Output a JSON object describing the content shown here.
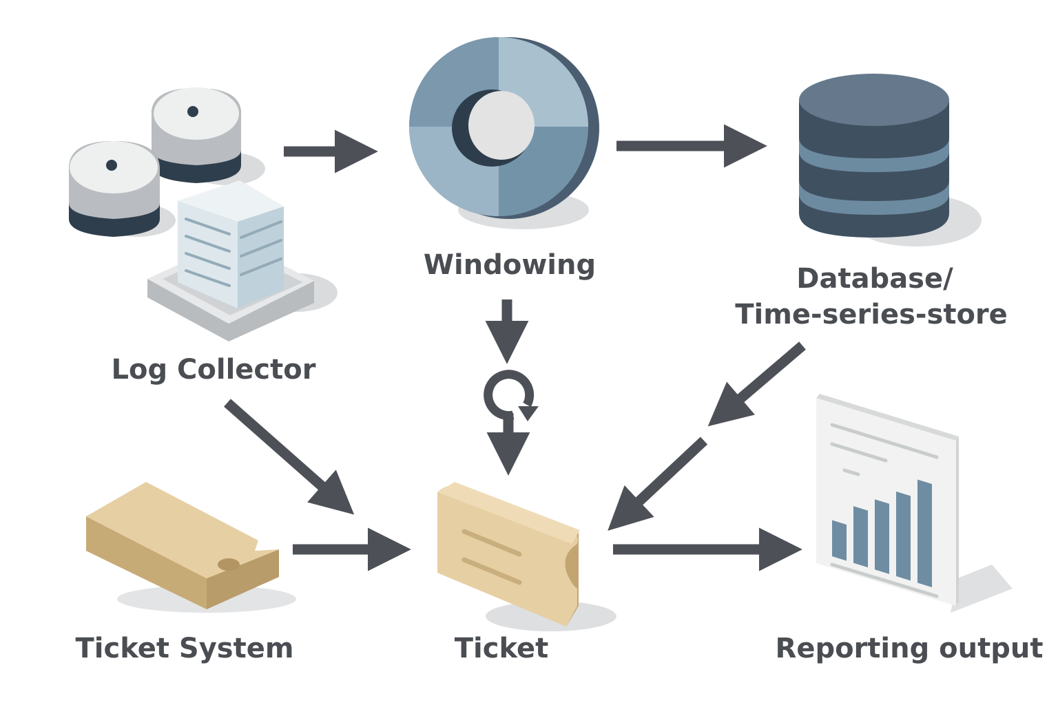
{
  "nodes": {
    "log_collector": {
      "label": "Log Collector",
      "icon": "log-collector-icon"
    },
    "windowing": {
      "label": "Windowing",
      "icon": "windowing-ring-icon"
    },
    "database": {
      "label_line1": "Database/",
      "label_line2": "Time-series-store",
      "icon": "database-cylinder-icon"
    },
    "ticket_system": {
      "label": "Ticket System",
      "icon": "ticket-system-block-icon"
    },
    "ticket": {
      "label": "Ticket",
      "icon": "ticket-icon"
    },
    "reporting": {
      "label": "Reporting output",
      "icon": "bar-chart-report-icon"
    }
  },
  "edges": [
    {
      "from": "log_collector",
      "to": "windowing"
    },
    {
      "from": "windowing",
      "to": "database"
    },
    {
      "from": "windowing",
      "to": "ticket"
    },
    {
      "from": "log_collector",
      "to": "ticket"
    },
    {
      "from": "ticket_system",
      "to": "ticket"
    },
    {
      "from": "database",
      "to": "ticket"
    },
    {
      "from": "ticket",
      "to": "reporting"
    }
  ],
  "report_chart": {
    "bars": [
      0.35,
      0.55,
      0.68,
      0.82,
      1.0
    ]
  },
  "colors": {
    "arrow": "#4d5157",
    "slate_dark": "#4b5d70",
    "slate_mid": "#6e8da3",
    "slate_light": "#a9c0cf",
    "ticket_tan": "#e6cfa3",
    "ticket_tan_dark": "#c7ac78",
    "label": "#4a4d52"
  }
}
